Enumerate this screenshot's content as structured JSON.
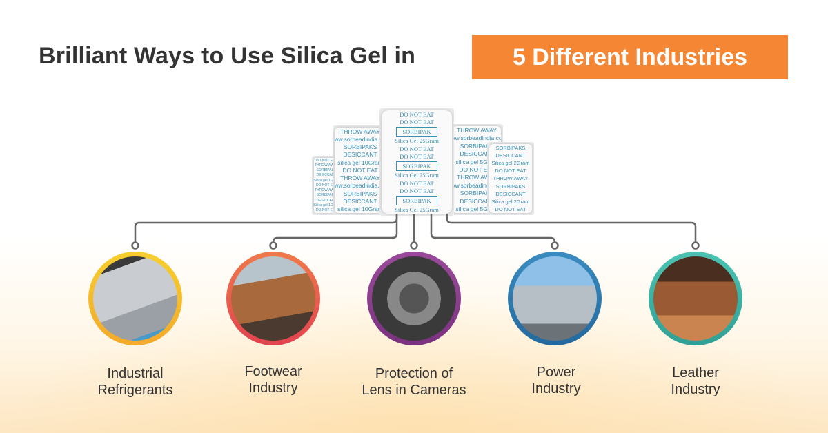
{
  "header": {
    "title": "Brilliant Ways to Use Silica Gel in",
    "highlight": "5 Different Industries"
  },
  "colors": {
    "accent": "#f58634",
    "ring_1": "#f5c22a",
    "ring_2": "#e8574a",
    "ring_3": "#8e3f8f",
    "ring_4": "#2a7bb0",
    "ring_5": "#3fb5a8"
  },
  "packets": {
    "small_left": [
      "DO NOT EAT",
      "THROW AWAY",
      "SORBIPAKS",
      "DESICCANT",
      "Silica gel 1Gram",
      "DO NOT EAT",
      "THROW AWAY",
      "SORBIPAKS",
      "DESICCANT",
      "Silica gel 1Gram",
      "DO NOT EAT"
    ],
    "left": [
      "THROW AWAY",
      "www.sorbeadindia.com",
      "SORBIPAKS",
      "DESICCANT",
      "silica gel 10Gram",
      "DO NOT EAT",
      "THROW AWAY",
      "www.sorbeadindia.com",
      "SORBIPAKS",
      "DESICCANT",
      "silica gel 10Gram"
    ],
    "center": [
      "DO NOT EAT",
      "DO NOT EAT",
      "SORBIPAK",
      "Silica Gel 25Gram",
      "DO NOT EAT",
      "DO NOT EAT",
      "SORBIPAK",
      "Silica Gel 25Gram",
      "DO NOT EAT",
      "DO NOT EAT",
      "SORBIPAK",
      "Silica Gel 25Gram"
    ],
    "right": [
      "THROW AWAY",
      "www.sorbeadindia.com",
      "SORBIPAKS",
      "DESICCANT",
      "silica gel 5Gram",
      "DO NOT EAT",
      "THROW AWAY",
      "www.sorbeadindia.com",
      "SORBIPAKS",
      "DESICCANT",
      "silica gel 5Gram"
    ],
    "small_right": [
      "SORBIPAKS",
      "DESICCANT",
      "Silica gel 2Gram",
      "DO NOT EAT",
      "THROW AWAY",
      "SORBIPAKS",
      "DESICCANT",
      "Silica gel 2Gram",
      "DO NOT EAT"
    ]
  },
  "industries": [
    {
      "label_1": "Industrial",
      "label_2": "Refrigerants",
      "icon": "refrigeration-units-image"
    },
    {
      "label_1": "Footwear",
      "label_2": "Industry",
      "icon": "shoe-production-line-image"
    },
    {
      "label_1": "Protection of",
      "label_2": "Lens in Cameras",
      "icon": "camera-bag-image"
    },
    {
      "label_1": "Power",
      "label_2": "Industry",
      "icon": "power-plant-image"
    },
    {
      "label_1": "Leather",
      "label_2": "Industry",
      "icon": "leather-goods-image"
    }
  ]
}
